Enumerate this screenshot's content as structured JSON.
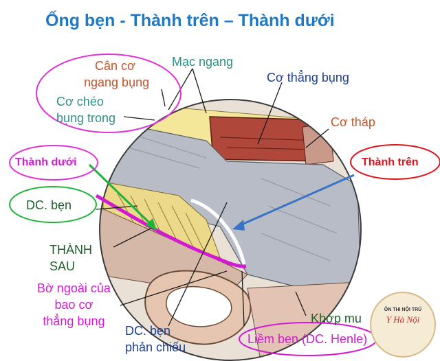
{
  "title": "Ống bẹn - Thành trên – Thành dưới",
  "labels": {
    "can_co_1": "Cân cơ",
    "can_co_2": "ngang bụng",
    "mac_ngang": "Mạc ngang",
    "co_thang_bung": "Cơ thẳng bụng",
    "co_cheo_1": "Cơ chéo",
    "co_cheo_2": "bụng trong",
    "co_thap": "Cơ tháp",
    "thanh_duoi": "Thành dưới",
    "thanh_tren": "Thành trên",
    "dc_ben": "DC. bẹn",
    "thanh_sau_1": "THÀNH",
    "thanh_sau_2": "SAU",
    "bo_ngoai_1": "Bờ ngoài của",
    "bo_ngoai_2": "bao cơ",
    "bo_ngoai_3": "thẳng bụng",
    "dc_ben_pc_1": "DC. bẹn",
    "dc_ben_pc_2": "phản chiếu",
    "khop_mu": "Khớp mu",
    "liem_ben": "Liềm bẹn (DC. Henle)"
  },
  "logo": {
    "top": "ÔN THI NỘI TRÚ",
    "mid": "Y Hà Nội"
  },
  "colors": {
    "title": "#2079c4",
    "teal": "#2f8f86",
    "orange": "#c8542a",
    "magenta": "#d21ad2",
    "red": "#e0121b",
    "green_arrow": "#1fb33a",
    "blue_arrow": "#3a74c4"
  }
}
